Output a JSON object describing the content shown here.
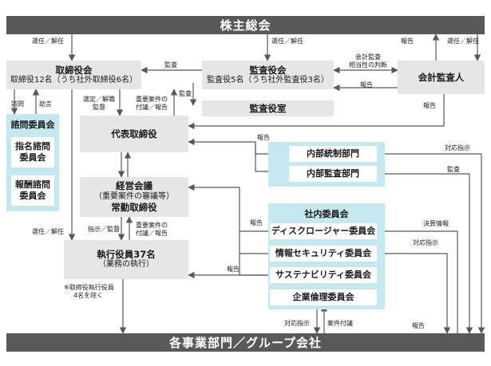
{
  "shareholders_meeting": "株主総会",
  "business_units": "各事業部門／グループ会社",
  "board": {
    "title": "取締役会",
    "sub": "取締役12名（うち社外取締役6名）"
  },
  "audit_board": {
    "title": "監査役会",
    "sub": "監査役5名（うち社外監査役3名）",
    "office": "監査役室"
  },
  "accounting_auditor": "会計監査人",
  "advisory": {
    "title": "諮問委員会",
    "nomination_1": "指名諮問",
    "nomination_2": "委員会",
    "remuneration_1": "報酬諮問",
    "remuneration_2": "委員会"
  },
  "representative": "代表取締役",
  "management": {
    "title": "経営会議",
    "sub": "（重要案件の審議等）",
    "sub2": "常勤取締役"
  },
  "executive": {
    "title": "執行役員37名",
    "sub": "（業務の執行）"
  },
  "internal_control": "内部統制部門",
  "internal_audit": "内部監査部門",
  "committees": {
    "title": "社内委員会",
    "disclosure": "ディスクロージャー委員会",
    "infosec": "情報セキュリティ委員会",
    "sustainability": "サステナビリティ委員会",
    "ethics": "企業倫理委員会"
  },
  "note": {
    "line1": "※取締役執行役員",
    "line2": "4名を除く"
  },
  "labels": {
    "elect_board": "選任／解任",
    "elect_audit": "選任／解任",
    "report_sh": "報告",
    "elect_acct": "選任／解任",
    "audit_board_lbl": "監査",
    "acct_audit_1": "会計監査",
    "acct_audit_2": "相当性の判断",
    "report_acct_audit": "報告",
    "inquiry": "諮問",
    "advice": "助言",
    "select_1": "選定／解職",
    "select_2": "監督",
    "important_1": "重要案件の",
    "important_2": "付議／報告",
    "audit_rep": "監査",
    "report_acct_rep": "報告",
    "report_ic": "報告",
    "countermeasure_1": "対応指示",
    "audit_ia": "監査",
    "report_comm": "報告",
    "settlement": "決算情報",
    "countermeasure_2": "対応指示",
    "elect_exec": "選任／解任",
    "instruct": "指示／監督",
    "important_3": "重要案件の",
    "important_4": "付議／報告",
    "report_exec": "報告",
    "countermeasure_3": "対応指示",
    "agenda": "案件付議",
    "report_bu": "報告"
  }
}
